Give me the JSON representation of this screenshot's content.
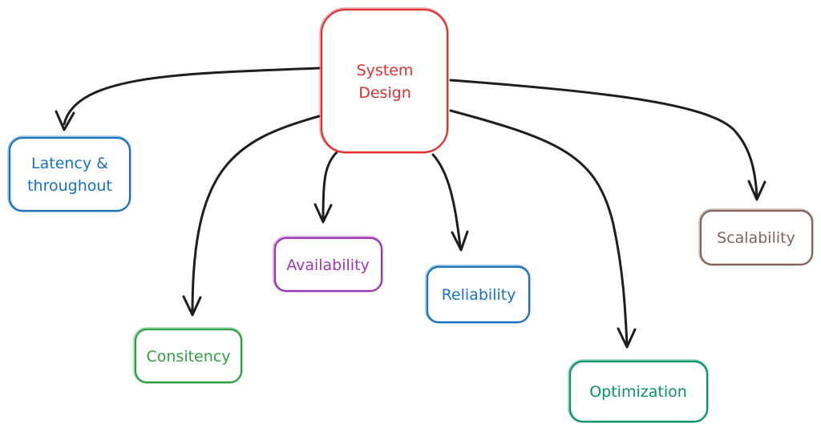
{
  "diagram": {
    "root": {
      "line1": "System",
      "line2": "Design",
      "color": "#e03131"
    },
    "nodes": {
      "latency": {
        "line1": "Latency &",
        "line2": "throughout",
        "color": "#1971c2"
      },
      "consistency": {
        "label": "Consitency",
        "color": "#2f9e44"
      },
      "availability": {
        "label": "Availability",
        "color": "#9c36b5"
      },
      "reliability": {
        "label": "Reliability",
        "color": "#1971c2"
      },
      "optimization": {
        "label": "Optimization",
        "color": "#099268"
      },
      "scalability": {
        "label": "Scalability",
        "color": "#846358"
      }
    },
    "edge_color": "#1e1e1e"
  }
}
